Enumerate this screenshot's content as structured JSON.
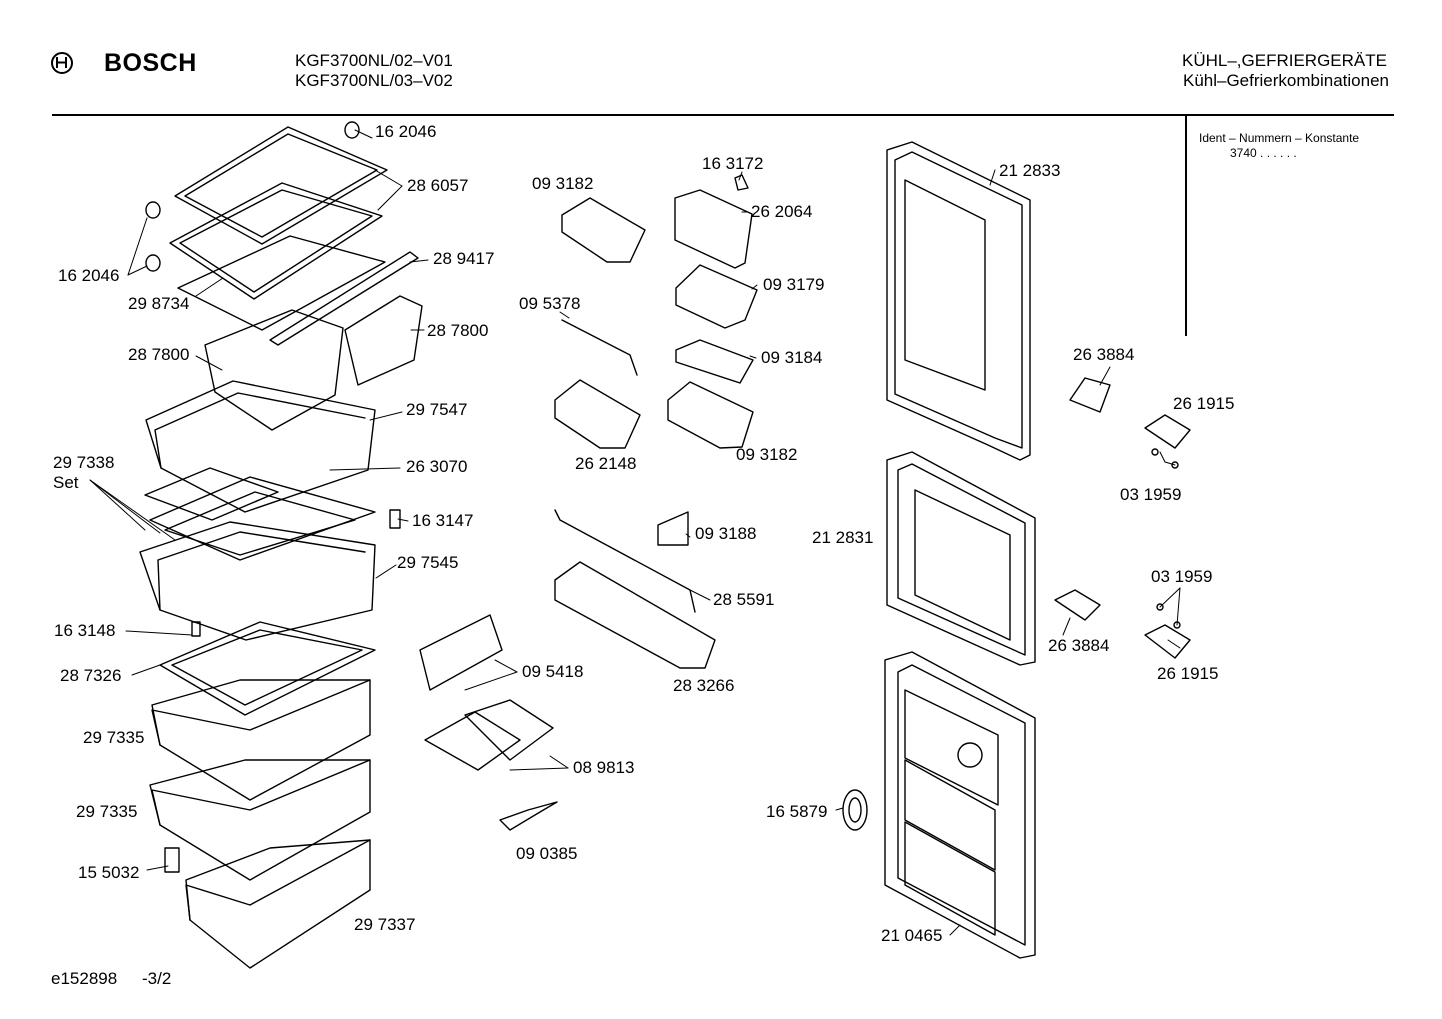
{
  "header": {
    "brand": "BOSCH",
    "models": [
      "KGF3700NL/02–V01",
      "KGF3700NL/03–V02"
    ],
    "category_title": "KÜHL–,GEFRIERGERÄTE",
    "category_subtitle": "Kühl–Gefrierkombinationen"
  },
  "ident_box": {
    "label": "Ident – Nummern – Konstante",
    "value": "3740 . . . . . ."
  },
  "part_labels": [
    "16 2046",
    "28 6057",
    "16 2046",
    "29 8734",
    "28 9417",
    "28 7800",
    "28 7800",
    "29 7547",
    "29 7338",
    "Set",
    "26 3070",
    "16 3147",
    "29 7545",
    "16 3148",
    "28 7326",
    "29 7335",
    "29 7335",
    "15 5032",
    "29 7337",
    "09 3182",
    "16 3172",
    "26 2064",
    "09 3179",
    "09 5378",
    "09 3184",
    "26 2148",
    "09 3182",
    "09 3188",
    "28 5591",
    "28 3266",
    "09 5418",
    "08 9813",
    "09 0385",
    "21 2833",
    "26 3884",
    "26 1915",
    "03 1959",
    "21 2831",
    "03 1959",
    "26 3884",
    "26 1915",
    "16 5879",
    "21 0465"
  ],
  "footer": {
    "drawing_id": "e152898",
    "page": "-3/2"
  }
}
